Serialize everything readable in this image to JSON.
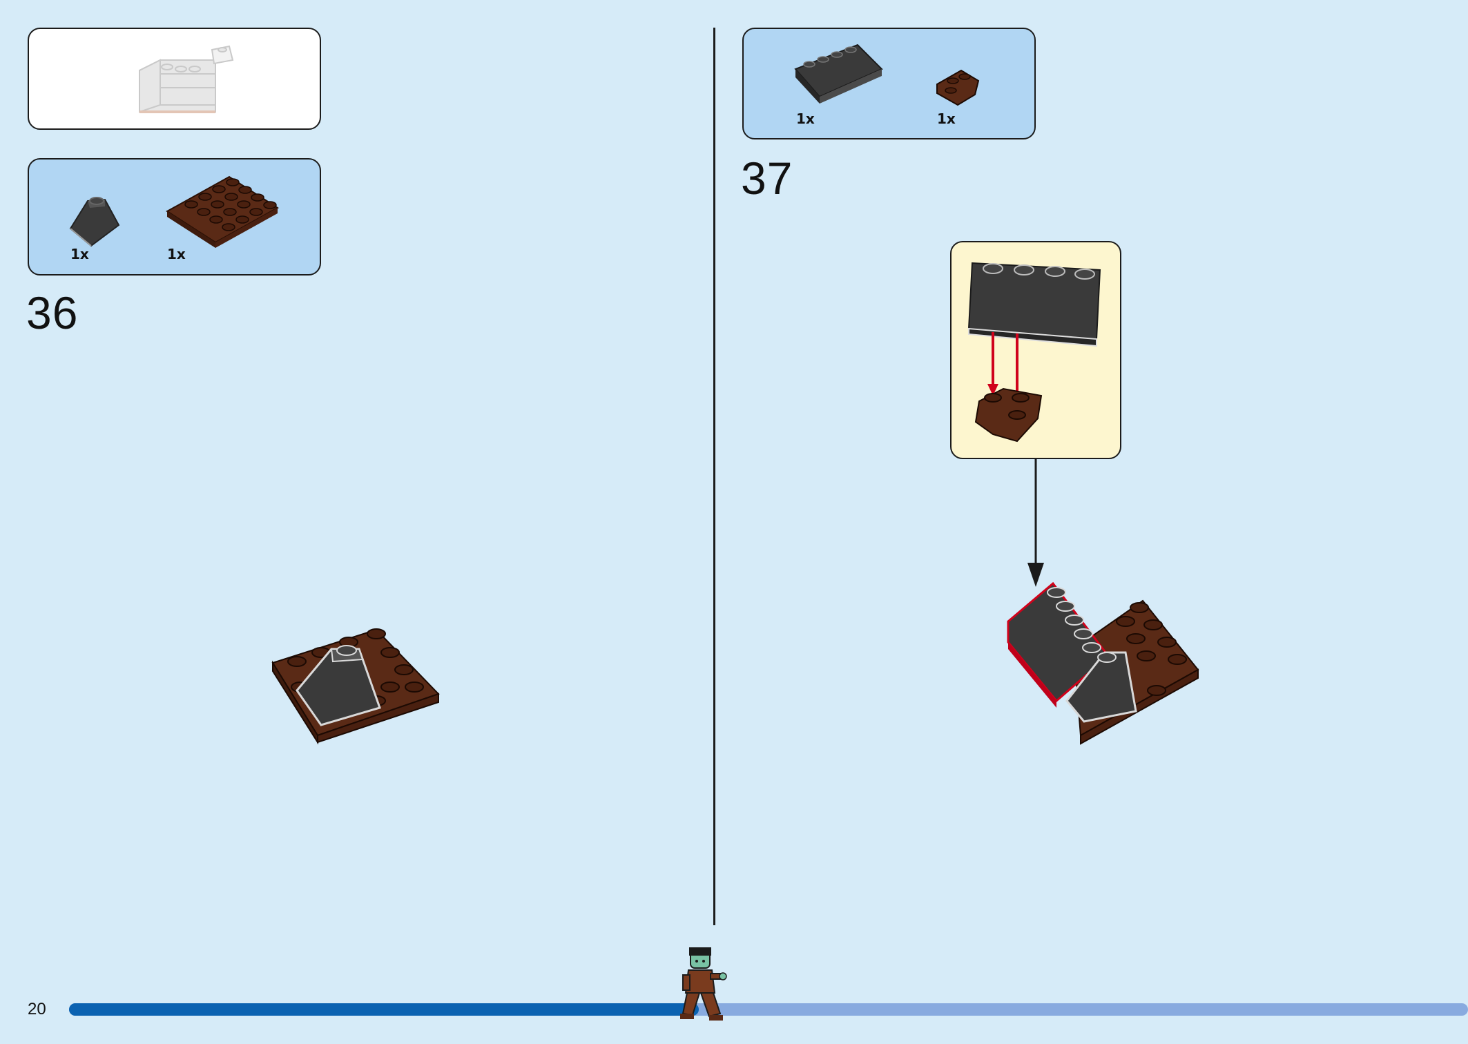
{
  "page": {
    "number": "20",
    "progress_fraction": 0.45
  },
  "steps": [
    {
      "number": "36",
      "parts": [
        {
          "name": "black-slope-corner",
          "qty": "1x"
        },
        {
          "name": "brown-plate-4x4",
          "qty": "1x"
        }
      ]
    },
    {
      "number": "37",
      "parts": [
        {
          "name": "black-slope-1x4",
          "qty": "1x"
        },
        {
          "name": "brown-wedge-plate",
          "qty": "1x"
        }
      ]
    }
  ],
  "colors": {
    "background": "#d6ebf8",
    "parts_panel": "#b1d6f3",
    "callout": "#fdf6cf",
    "brick_black": "#3a3a3a",
    "brick_brown": "#5a2a16",
    "highlight_red": "#d0021b",
    "progress_fill": "#0b62b1",
    "progress_track": "#88aadf"
  }
}
